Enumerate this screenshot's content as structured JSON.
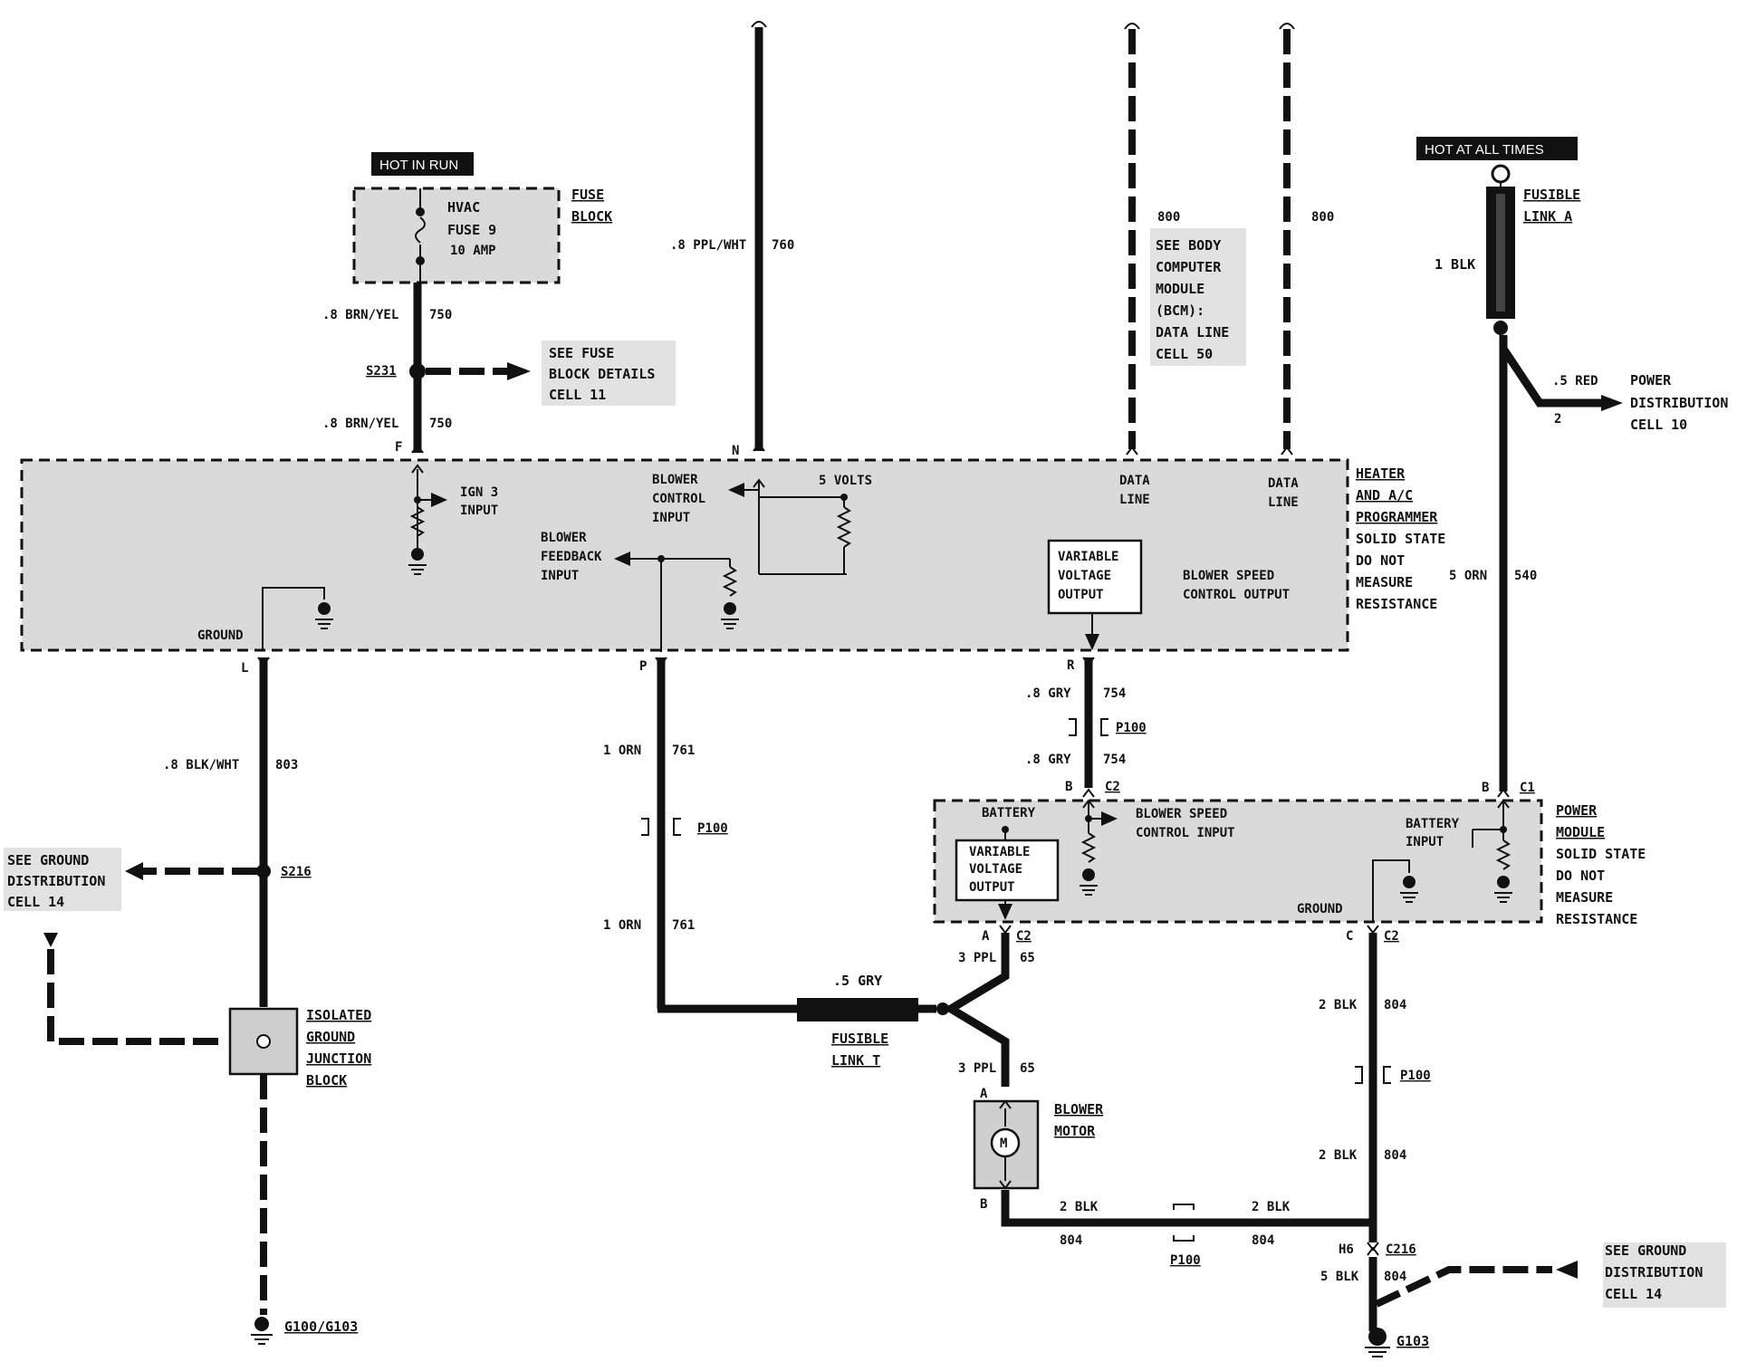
{
  "badges": {
    "hot_in_run": "HOT IN RUN",
    "hot_at_all_times": "HOT AT ALL TIMES"
  },
  "fuse_block": {
    "title_line1": "FUSE",
    "title_line2": "BLOCK",
    "fuse_line1": "HVAC",
    "fuse_line2": "FUSE 9",
    "fuse_line3": "10 AMP"
  },
  "wires": {
    "w750_top_gauge": ".8 BRN/YEL",
    "w750_top_num": "750",
    "w750_bot_gauge": ".8 BRN/YEL",
    "w750_bot_num": "750",
    "w760_gauge": ".8 PPL/WHT",
    "w760_num": "760",
    "w800a": "800",
    "w800b": "800",
    "w540_gauge": "5 ORN",
    "w540_num": "540",
    "w_fusible_a": "1 BLK",
    "w_red": ".5 RED",
    "w_red_num": "2",
    "w803_gauge": ".8 BLK/WHT",
    "w803_num": "803",
    "w761a_gauge": "1 ORN",
    "w761a_num": "761",
    "w761b_gauge": "1 ORN",
    "w761b_num": "761",
    "w754a_gauge": ".8 GRY",
    "w754a_num": "754",
    "w754b_gauge": ".8 GRY",
    "w754b_num": "754",
    "w65a_gauge": "3 PPL",
    "w65a_num": "65",
    "w65b_gauge": "3 PPL",
    "w65b_num": "65",
    "w_gry5": ".5 GRY",
    "w804a_gauge": "2 BLK",
    "w804a_num": "804",
    "w804b_gauge": "2 BLK",
    "w804b_num": "804",
    "w804c_gauge": "2 BLK",
    "w804c_num": "804",
    "w804d_gauge": "2 BLK",
    "w804d_num": "804",
    "w804e_gauge": "5 BLK",
    "w804e_num": "804"
  },
  "splices": {
    "s231": "S231",
    "s216": "S216",
    "p100a": "P100",
    "p100b": "P100",
    "p100c": "P100",
    "p100d": "P100"
  },
  "notes": {
    "fuse_details": [
      "SEE FUSE",
      "BLOCK DETAILS",
      "CELL 11"
    ],
    "bcm": [
      "SEE BODY",
      "COMPUTER",
      "MODULE",
      "(BCM):",
      "DATA LINE",
      "CELL 50"
    ],
    "power_dist": [
      "POWER",
      "DISTRIBUTION",
      "CELL 10"
    ],
    "ground_dist_left": [
      "SEE GROUND",
      "DISTRIBUTION",
      "CELL 14"
    ],
    "ground_dist_right": [
      "SEE GROUND",
      "DISTRIBUTION",
      "CELL 14"
    ]
  },
  "fusible_link_a": [
    "FUSIBLE",
    "LINK A"
  ],
  "fusible_link_t": [
    "FUSIBLE",
    "LINK T"
  ],
  "programmer": {
    "title": [
      "HEATER",
      "AND A/C",
      "PROGRAMMER"
    ],
    "desc": [
      "SOLID STATE",
      "DO NOT",
      "MEASURE",
      "RESISTANCE"
    ],
    "ign3": [
      "IGN 3",
      "INPUT"
    ],
    "blower_control": [
      "BLOWER",
      "CONTROL",
      "INPUT"
    ],
    "five_volts": "5 VOLTS",
    "blower_feedback": [
      "BLOWER",
      "FEEDBACK",
      "INPUT"
    ],
    "data_line_a": [
      "DATA",
      "LINE"
    ],
    "data_line_b": [
      "DATA",
      "LINE"
    ],
    "vvo": [
      "VARIABLE",
      "VOLTAGE",
      "OUTPUT"
    ],
    "bsco": [
      "BLOWER SPEED",
      "CONTROL OUTPUT"
    ],
    "ground": "GROUND",
    "pins": {
      "f": "F",
      "n": "N",
      "l": "L",
      "p": "P",
      "r": "R"
    }
  },
  "power_module": {
    "title": [
      "POWER",
      "MODULE"
    ],
    "desc": [
      "SOLID STATE",
      "DO NOT",
      "MEASURE",
      "RESISTANCE"
    ],
    "battery": "BATTERY",
    "vvo": [
      "VARIABLE",
      "VOLTAGE",
      "OUTPUT"
    ],
    "bsci": [
      "BLOWER SPEED",
      "CONTROL INPUT"
    ],
    "battery_input": [
      "BATTERY",
      "INPUT"
    ],
    "ground": "GROUND",
    "pin_b_c2": "B",
    "conn_c2_top": "C2",
    "pin_b_c1": "B",
    "conn_c1": "C1",
    "pin_a": "A",
    "conn_c2_a": "C2",
    "pin_c": "C",
    "conn_c2_c": "C2"
  },
  "blower_motor": {
    "label": [
      "BLOWER",
      "MOTOR"
    ],
    "pin_a": "A",
    "pin_b": "B",
    "m": "M"
  },
  "isolated_ground": [
    "ISOLATED",
    "GROUND",
    "JUNCTION",
    "BLOCK"
  ],
  "grounds": {
    "g100_g103": "G100/G103",
    "g103": "G103",
    "c216": "C216",
    "h6": "H6"
  }
}
